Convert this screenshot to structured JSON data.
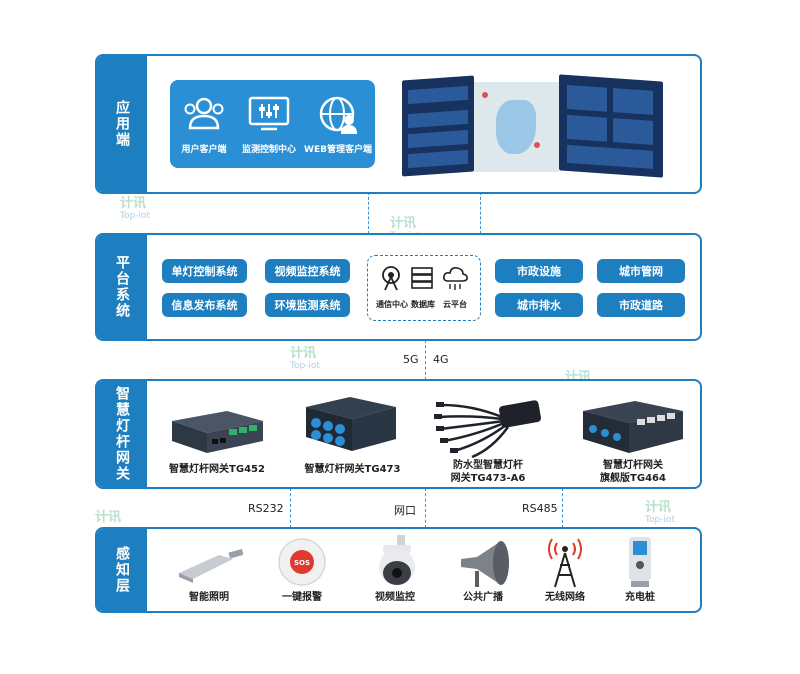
{
  "layers": {
    "app": "应用端",
    "platform": "平台系统",
    "gateway": "智慧灯杆网关",
    "sensing": "感知层"
  },
  "app_clients": [
    {
      "label": "用户客户端",
      "icon": "users-icon"
    },
    {
      "label": "监测控制中心",
      "icon": "monitor-control-icon"
    },
    {
      "label": "WEB管理客户端",
      "icon": "web-user-icon"
    }
  ],
  "platform_left": [
    "单灯控制系统",
    "视频监控系统",
    "信息发布系统",
    "环境监测系统"
  ],
  "platform_center": [
    {
      "label": "通信中心",
      "icon": "antenna-icon"
    },
    {
      "label": "数据库",
      "icon": "database-icon"
    },
    {
      "label": "云平台",
      "icon": "cloud-icon"
    }
  ],
  "platform_right": [
    "市政设施",
    "城市管网",
    "城市排水",
    "市政道路"
  ],
  "net_labels": {
    "g5": "5G",
    "g4": "4G"
  },
  "gateways": [
    {
      "label": "智慧灯杆网关TG452"
    },
    {
      "label": "智慧灯杆网关TG473"
    },
    {
      "label1": "防水型智慧灯杆",
      "label2": "网关TG473-A6"
    },
    {
      "label1": "智慧灯杆网关",
      "label2": "旗舰版TG464"
    }
  ],
  "bus_labels": {
    "rs232": "RS232",
    "lan": "网口",
    "rs485": "RS485"
  },
  "sensors": [
    {
      "label": "智能照明",
      "icon": "street-light-icon"
    },
    {
      "label": "一键报警",
      "icon": "sos-button-icon"
    },
    {
      "label": "视频监控",
      "icon": "camera-icon"
    },
    {
      "label": "公共广播",
      "icon": "horn-speaker-icon"
    },
    {
      "label": "无线网络",
      "icon": "tower-icon"
    },
    {
      "label": "充电桩",
      "icon": "charger-icon"
    }
  ],
  "watermark": {
    "cn": "计讯",
    "en": "Top-iot"
  },
  "sos_text": "SOS"
}
